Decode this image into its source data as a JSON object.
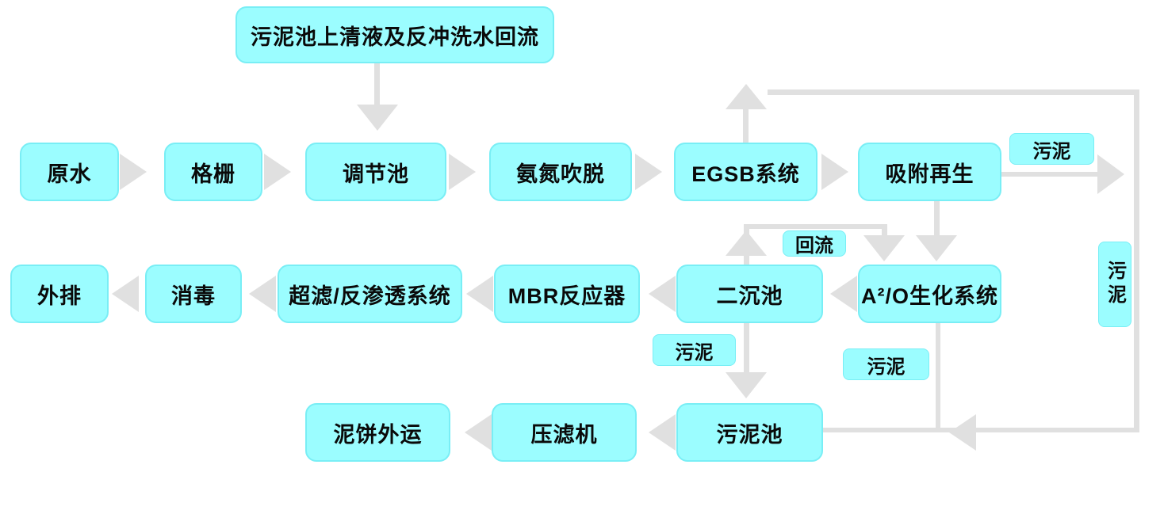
{
  "colors": {
    "node_fill": "#9bfdff",
    "node_border": "#79eef5",
    "arrow": "#e0e0e0",
    "text": "#0a0a0a"
  },
  "nodes": {
    "supernatant_return": "污泥池上清液及反冲洗水回流",
    "raw_water": "原水",
    "bar_screen": "格栅",
    "equalization_tank": "调节池",
    "ammonia_stripping": "氨氮吹脱",
    "egsb_system": "EGSB系统",
    "adsorption_regeneration": "吸附再生",
    "effluent_discharge": "外排",
    "disinfection": "消毒",
    "uf_ro_system": "超滤/反渗透系统",
    "mbr_reactor": "MBR反应器",
    "secondary_clarifier": "二沉池",
    "a2o_bio_system": "A²/O生化系统",
    "sludge_cake_transport": "泥饼外运",
    "filter_press": "压滤机",
    "sludge_tank": "污泥池"
  },
  "flow_labels": {
    "sludge_top": "污泥",
    "reflux": "回流",
    "sludge_right": "污泥",
    "sludge_clarifier": "污泥",
    "sludge_a2o": "污泥"
  },
  "edges": [
    {
      "from": "污泥池上清液及反冲洗水回流",
      "to": "调节池",
      "label": ""
    },
    {
      "from": "原水",
      "to": "格栅",
      "label": ""
    },
    {
      "from": "格栅",
      "to": "调节池",
      "label": ""
    },
    {
      "from": "调节池",
      "to": "氨氮吹脱",
      "label": ""
    },
    {
      "from": "氨氮吹脱",
      "to": "EGSB系统",
      "label": ""
    },
    {
      "from": "EGSB系统",
      "to": "吸附再生",
      "label": ""
    },
    {
      "from": "EGSB系统",
      "to": "污泥池",
      "label": "污泥"
    },
    {
      "from": "吸附再生",
      "to": "污泥池",
      "label": "污泥"
    },
    {
      "from": "吸附再生",
      "to": "A²/O生化系统",
      "label": ""
    },
    {
      "from": "A²/O生化系统",
      "to": "二沉池",
      "label": ""
    },
    {
      "from": "二沉池",
      "to": "A²/O生化系统",
      "label": "回流"
    },
    {
      "from": "二沉池",
      "to": "MBR反应器",
      "label": ""
    },
    {
      "from": "MBR反应器",
      "to": "超滤/反渗透系统",
      "label": ""
    },
    {
      "from": "超滤/反渗透系统",
      "to": "消毒",
      "label": ""
    },
    {
      "from": "消毒",
      "to": "外排",
      "label": ""
    },
    {
      "from": "二沉池",
      "to": "污泥池",
      "label": "污泥"
    },
    {
      "from": "A²/O生化系统",
      "to": "污泥池",
      "label": "污泥"
    },
    {
      "from": "污泥池",
      "to": "压滤机",
      "label": ""
    },
    {
      "from": "压滤机",
      "to": "泥饼外运",
      "label": ""
    }
  ]
}
